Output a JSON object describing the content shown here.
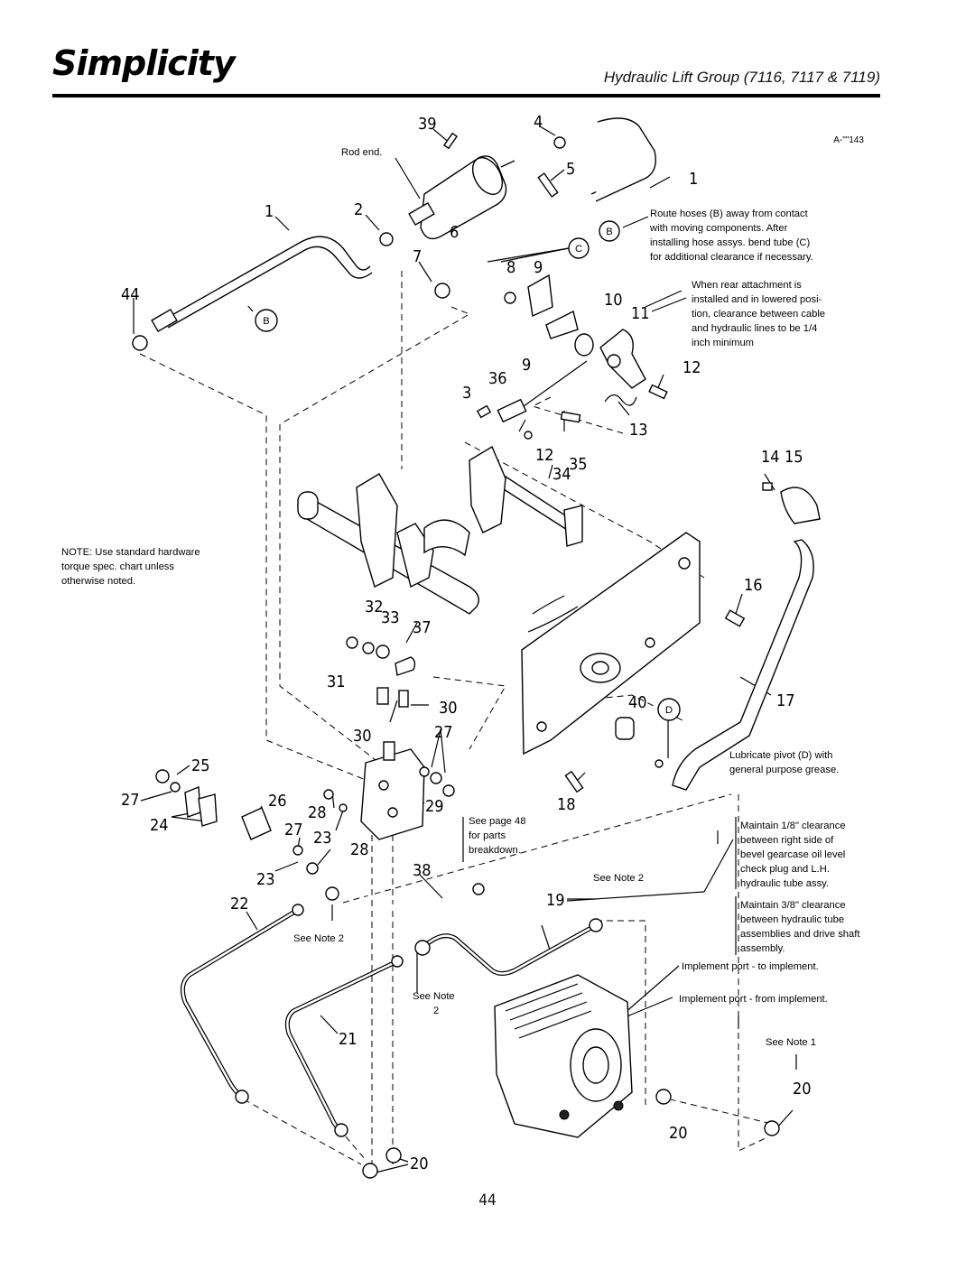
{
  "header": {
    "brand": "Simplicity",
    "title": "Hydraulic Lift Group (7116, 7117 & 7119)"
  },
  "page_number": "44",
  "drawing_id": "A-\"\"143",
  "notes": {
    "rod_end": "Rod end.",
    "route_hoses": [
      "Route hoses (B) away from contact",
      "with moving components. After",
      "installing hose assys. bend tube (C)",
      "for additional clearance if necessary."
    ],
    "rear_attachment": [
      "When rear attachment is",
      "installed and in lowered posi-",
      "tion, clearance between cable",
      "and hydraulic lines to be 1/4",
      "inch minimum"
    ],
    "hardware": [
      "NOTE: Use standard hardware",
      "torque spec. chart unless",
      "otherwise noted."
    ],
    "lubricate": [
      "Lubricate pivot (D) with",
      "general purpose grease."
    ],
    "see_page": [
      "See page 48",
      "for parts",
      "breakdown."
    ],
    "maintain_18": [
      "Maintain 1/8\" clearance",
      "between right side of",
      "bevel gearcase oil level",
      "check plug and L.H.",
      "hydraulic tube assy."
    ],
    "maintain_38": [
      "Maintain 3/8\" clearance",
      "between hydraulic tube",
      "assemblies and drive shaft",
      "assembly."
    ],
    "port_to": "Implement port - to implement.",
    "port_from": "Implement port - from implement.",
    "see_note_1": "See Note 1",
    "see_note_2": "See Note 2",
    "see_note_2b": "See Note 2",
    "see_note_2c_a": "See Note",
    "see_note_2c_b": "2"
  },
  "callout_letters": {
    "b1": "B",
    "b2": "B",
    "c": "C",
    "d": "D"
  },
  "part_numbers": {
    "p39": "39",
    "p4": "4",
    "p5": "5",
    "p1a": "1",
    "p1b": "1",
    "p2": "2",
    "p6": "6",
    "p7": "7",
    "p8": "8",
    "p9a": "9",
    "p9b": "9",
    "p10": "10",
    "p11": "11",
    "p12a": "12",
    "p12b": "12",
    "p13": "13",
    "p3": "3",
    "p36": "36",
    "p34": "34",
    "p35": "35",
    "p14": "14",
    "p15": "15",
    "p16": "16",
    "p17": "17",
    "p44": "44",
    "p32": "32",
    "p33": "33",
    "p37": "37",
    "p31": "31",
    "p30a": "30",
    "p30b": "30",
    "p27a": "27",
    "p27b": "27",
    "p27c": "27",
    "p40": "40",
    "p25": "25",
    "p26": "26",
    "p28a": "28",
    "p28b": "28",
    "p23a": "23",
    "p23b": "23",
    "p24": "24",
    "p29": "29",
    "p18": "18",
    "p38": "38",
    "p19": "19",
    "p22": "22",
    "p21": "21",
    "p20a": "20",
    "p20b": "20",
    "p20c": "20"
  },
  "colors": {
    "ink": "#000000",
    "paper": "#ffffff"
  }
}
